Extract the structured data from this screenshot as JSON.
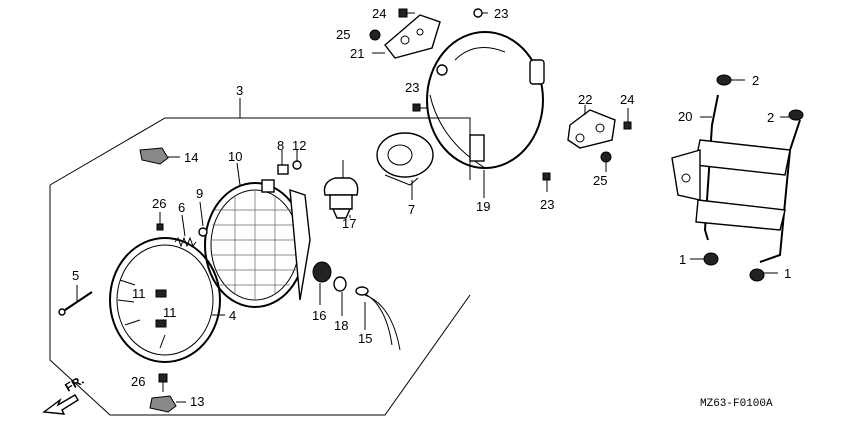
{
  "callouts": [
    {
      "id": "3",
      "label": "3"
    },
    {
      "id": "5",
      "label": "5"
    },
    {
      "id": "4",
      "label": "4"
    },
    {
      "id": "11a",
      "label": "11"
    },
    {
      "id": "11b",
      "label": "11"
    },
    {
      "id": "26a",
      "label": "26"
    },
    {
      "id": "26b",
      "label": "26"
    },
    {
      "id": "13",
      "label": "13"
    },
    {
      "id": "14",
      "label": "14"
    },
    {
      "id": "6",
      "label": "6"
    },
    {
      "id": "9",
      "label": "9"
    },
    {
      "id": "10",
      "label": "10"
    },
    {
      "id": "8",
      "label": "8"
    },
    {
      "id": "12",
      "label": "12"
    },
    {
      "id": "17",
      "label": "17"
    },
    {
      "id": "16",
      "label": "16"
    },
    {
      "id": "18",
      "label": "18"
    },
    {
      "id": "15",
      "label": "15"
    },
    {
      "id": "7",
      "label": "7"
    },
    {
      "id": "19",
      "label": "19"
    },
    {
      "id": "24a",
      "label": "24"
    },
    {
      "id": "25a",
      "label": "25"
    },
    {
      "id": "21",
      "label": "21"
    },
    {
      "id": "23a",
      "label": "23"
    },
    {
      "id": "23b",
      "label": "23"
    },
    {
      "id": "23c",
      "label": "23"
    },
    {
      "id": "22",
      "label": "22"
    },
    {
      "id": "24b",
      "label": "24"
    },
    {
      "id": "25b",
      "label": "25"
    },
    {
      "id": "20",
      "label": "20"
    },
    {
      "id": "2a",
      "label": "2"
    },
    {
      "id": "2b",
      "label": "2"
    },
    {
      "id": "1a",
      "label": "1"
    },
    {
      "id": "1b",
      "label": "1"
    }
  ],
  "direction_label": "FR.",
  "diagram_code": "MZ63-F0100A"
}
